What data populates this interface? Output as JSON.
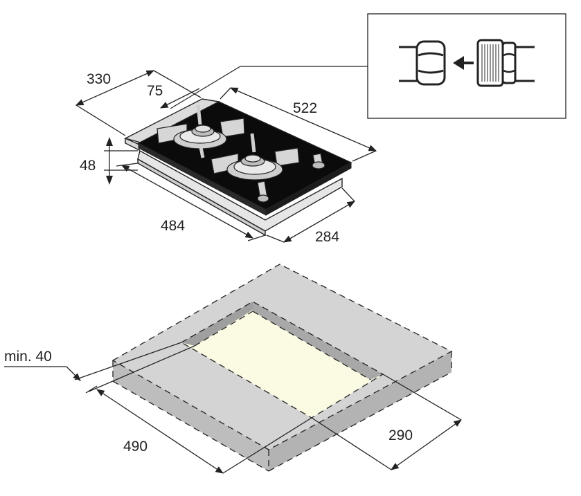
{
  "dimensions": {
    "depth_330": "330",
    "offset_75": "75",
    "width_522": "522",
    "height_48": "48",
    "cutout_484": "484",
    "cutout_284": "284",
    "min_40": "min. 40",
    "counter_490": "490",
    "counter_290": "290"
  },
  "colors": {
    "line": "#222222",
    "glass": "#0a0a0a",
    "steel": "#d8d8d8",
    "counter_top": "#d0d0d0",
    "counter_side": "#bdbdbd",
    "cutout_fill": "#fbfbe4",
    "cutout_inner": "#b8b8b8"
  },
  "icons": [
    "gas-connector-icon",
    "arrow-left-icon",
    "gas-hose-fitting-icon"
  ]
}
